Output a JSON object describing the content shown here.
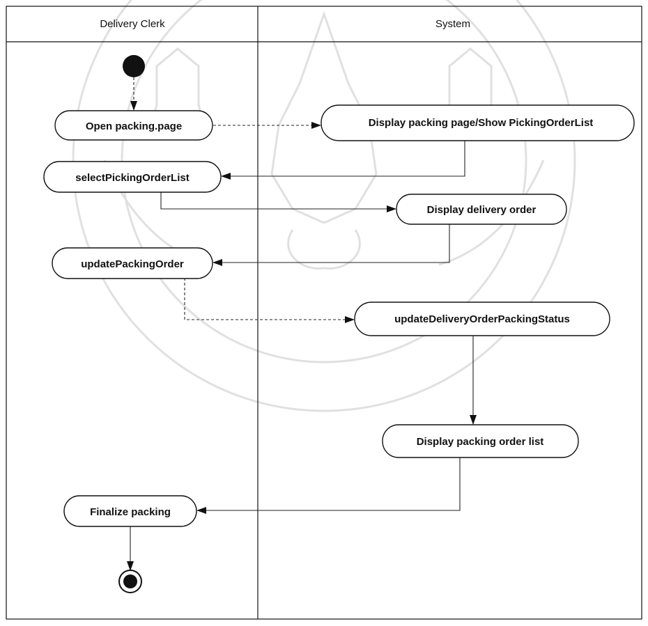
{
  "swimlanes": [
    {
      "id": "clerk",
      "title": "Delivery Clerk"
    },
    {
      "id": "system",
      "title": "System"
    }
  ],
  "nodes": [
    {
      "id": "open",
      "lane": "clerk",
      "label": "Open packing.page"
    },
    {
      "id": "display_packing",
      "lane": "system",
      "label": "Display packing page/Show PickingOrderList"
    },
    {
      "id": "select",
      "lane": "clerk",
      "label": "selectPickingOrderList"
    },
    {
      "id": "display_delivery",
      "lane": "system",
      "label": "Display delivery order"
    },
    {
      "id": "update",
      "lane": "clerk",
      "label": "updatePackingOrder"
    },
    {
      "id": "update_status",
      "lane": "system",
      "label": "updateDeliveryOrderPackingStatus"
    },
    {
      "id": "display_list",
      "lane": "system",
      "label": "Display packing order list"
    },
    {
      "id": "finalize",
      "lane": "clerk",
      "label": "Finalize packing"
    }
  ],
  "flows": [
    {
      "from": "start",
      "to": "open"
    },
    {
      "from": "open",
      "to": "display_packing"
    },
    {
      "from": "display_packing",
      "to": "select"
    },
    {
      "from": "select",
      "to": "display_delivery"
    },
    {
      "from": "display_delivery",
      "to": "update"
    },
    {
      "from": "update",
      "to": "update_status"
    },
    {
      "from": "update_status",
      "to": "display_list"
    },
    {
      "from": "display_list",
      "to": "finalize"
    },
    {
      "from": "finalize",
      "to": "end"
    }
  ]
}
